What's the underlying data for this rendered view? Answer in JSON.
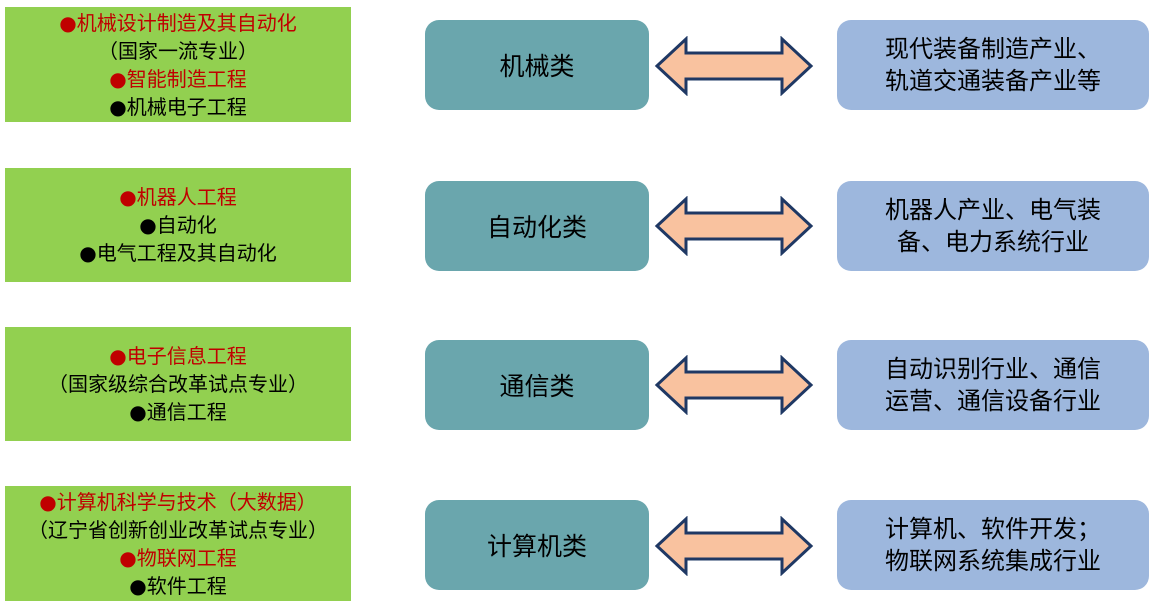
{
  "colors": {
    "majors_box": "#92d050",
    "highlight_text": "#c00000",
    "category_box": "#6aa6ad",
    "industry_box": "#9db7dd",
    "arrow_fill": "#f9c29f",
    "arrow_stroke": "#1f3864"
  },
  "rows": [
    {
      "majors": [
        {
          "text": "机械设计制造及其自动化",
          "highlight": true,
          "bullet": true
        },
        {
          "text": "（国家一流专业）",
          "highlight": false,
          "bullet": false
        },
        {
          "text": "智能制造工程",
          "highlight": true,
          "bullet": true
        },
        {
          "text": "机械电子工程",
          "highlight": false,
          "bullet": true
        }
      ],
      "category": "机械类",
      "industry": [
        "现代装备制造产业、",
        "轨道交通装备产业等"
      ]
    },
    {
      "majors": [
        {
          "text": "机器人工程",
          "highlight": true,
          "bullet": true
        },
        {
          "text": "自动化",
          "highlight": false,
          "bullet": true
        },
        {
          "text": "电气工程及其自动化",
          "highlight": false,
          "bullet": true
        }
      ],
      "category": "自动化类",
      "industry": [
        "机器人产业、电气装",
        "备、电力系统行业"
      ]
    },
    {
      "majors": [
        {
          "text": "电子信息工程",
          "highlight": true,
          "bullet": true
        },
        {
          "text": "（国家级综合改革试点专业）",
          "highlight": false,
          "bullet": false
        },
        {
          "text": "通信工程",
          "highlight": false,
          "bullet": true
        }
      ],
      "category": "通信类",
      "industry": [
        "自动识别行业、通信",
        "运营、通信设备行业"
      ]
    },
    {
      "majors": [
        {
          "text": "计算机科学与技术（大数据）",
          "highlight": true,
          "bullet": true
        },
        {
          "text": "（辽宁省创新创业改革试点专业）",
          "highlight": false,
          "bullet": false
        },
        {
          "text": "物联网工程",
          "highlight": true,
          "bullet": true
        },
        {
          "text": "软件工程",
          "highlight": false,
          "bullet": true
        }
      ],
      "category": "计算机类",
      "industry": [
        "计算机、软件开发；",
        "物联网系统集成行业"
      ]
    }
  ]
}
